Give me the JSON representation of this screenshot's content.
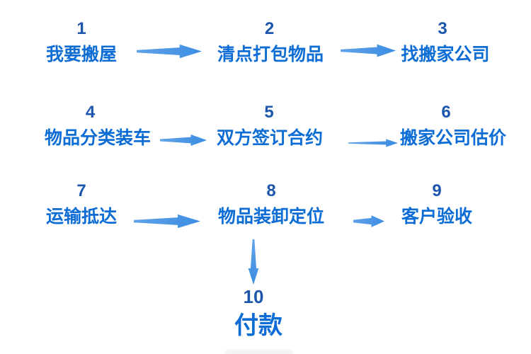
{
  "colors": {
    "background": "#ffffff",
    "step_number_text": "#1e55ad",
    "step_label_text": "#0d6dd4",
    "arrow": "#4694e4"
  },
  "flow": {
    "steps": [
      {
        "number": "1",
        "label": "我要搬屋"
      },
      {
        "number": "2",
        "label": "清点打包物品"
      },
      {
        "number": "3",
        "label": "找搬家公司"
      },
      {
        "number": "4",
        "label": "物品分类装车"
      },
      {
        "number": "5",
        "label": "双方签订合约"
      },
      {
        "number": "6",
        "label": "搬家公司估价"
      },
      {
        "number": "7",
        "label": "运输抵达"
      },
      {
        "number": "8",
        "label": "物品装卸定位"
      },
      {
        "number": "9",
        "label": "客户验收"
      },
      {
        "number": "10",
        "label": "付款"
      }
    ],
    "connections": [
      {
        "from": "1",
        "to": "2",
        "direction": "right"
      },
      {
        "from": "2",
        "to": "3",
        "direction": "right"
      },
      {
        "from": "4",
        "to": "5",
        "direction": "right"
      },
      {
        "from": "5",
        "to": "6",
        "direction": "right"
      },
      {
        "from": "7",
        "to": "8",
        "direction": "right"
      },
      {
        "from": "8",
        "to": "9",
        "direction": "right"
      },
      {
        "from": "8",
        "to": "10",
        "direction": "down"
      }
    ]
  }
}
